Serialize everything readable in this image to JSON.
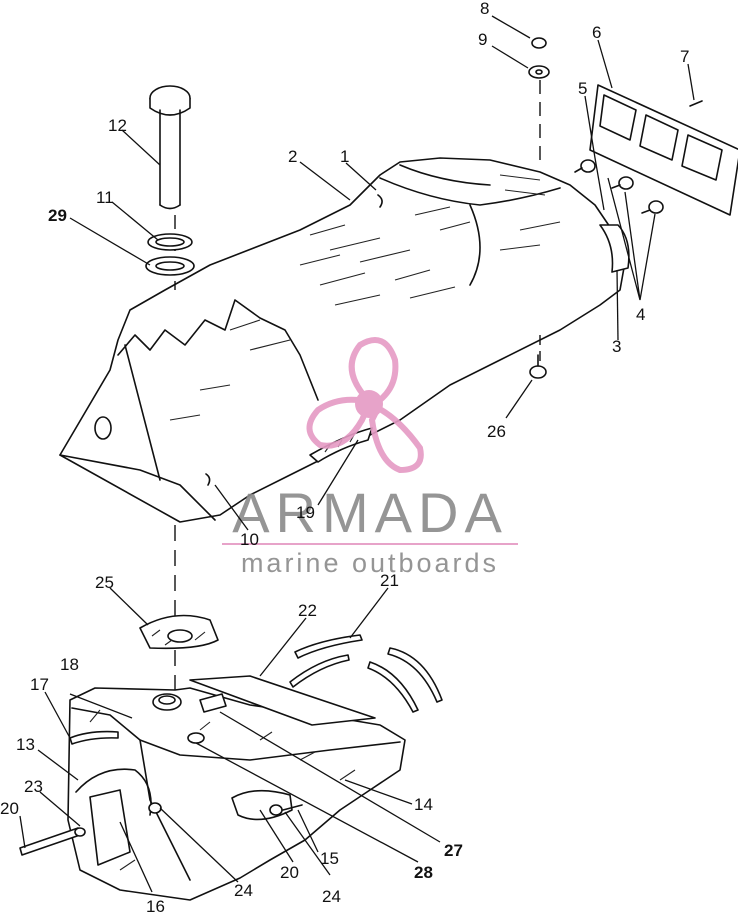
{
  "watermark": {
    "brand": "ARMADA",
    "tagline": "marine outboards",
    "accent_color": "#e59ac4",
    "text_color": "#8a8a8a"
  },
  "callouts": [
    {
      "id": "c1",
      "label": "1"
    },
    {
      "id": "c2",
      "label": "2"
    },
    {
      "id": "c3",
      "label": "3"
    },
    {
      "id": "c4",
      "label": "4"
    },
    {
      "id": "c5",
      "label": "5"
    },
    {
      "id": "c6",
      "label": "6"
    },
    {
      "id": "c7",
      "label": "7"
    },
    {
      "id": "c8",
      "label": "8"
    },
    {
      "id": "c9",
      "label": "9"
    },
    {
      "id": "c10",
      "label": "10"
    },
    {
      "id": "c11",
      "label": "11"
    },
    {
      "id": "c12",
      "label": "12"
    },
    {
      "id": "c13",
      "label": "13"
    },
    {
      "id": "c14",
      "label": "14"
    },
    {
      "id": "c15",
      "label": "15"
    },
    {
      "id": "c16",
      "label": "16"
    },
    {
      "id": "c17",
      "label": "17"
    },
    {
      "id": "c18",
      "label": "18"
    },
    {
      "id": "c19",
      "label": "19"
    },
    {
      "id": "c20a",
      "label": "20"
    },
    {
      "id": "c20b",
      "label": "20"
    },
    {
      "id": "c21",
      "label": "21"
    },
    {
      "id": "c22",
      "label": "22"
    },
    {
      "id": "c23",
      "label": "23"
    },
    {
      "id": "c24a",
      "label": "24"
    },
    {
      "id": "c24b",
      "label": "24"
    },
    {
      "id": "c25",
      "label": "25"
    },
    {
      "id": "c26",
      "label": "26"
    },
    {
      "id": "c27",
      "label": "27"
    },
    {
      "id": "c28",
      "label": "28"
    },
    {
      "id": "c29",
      "label": "29"
    }
  ]
}
